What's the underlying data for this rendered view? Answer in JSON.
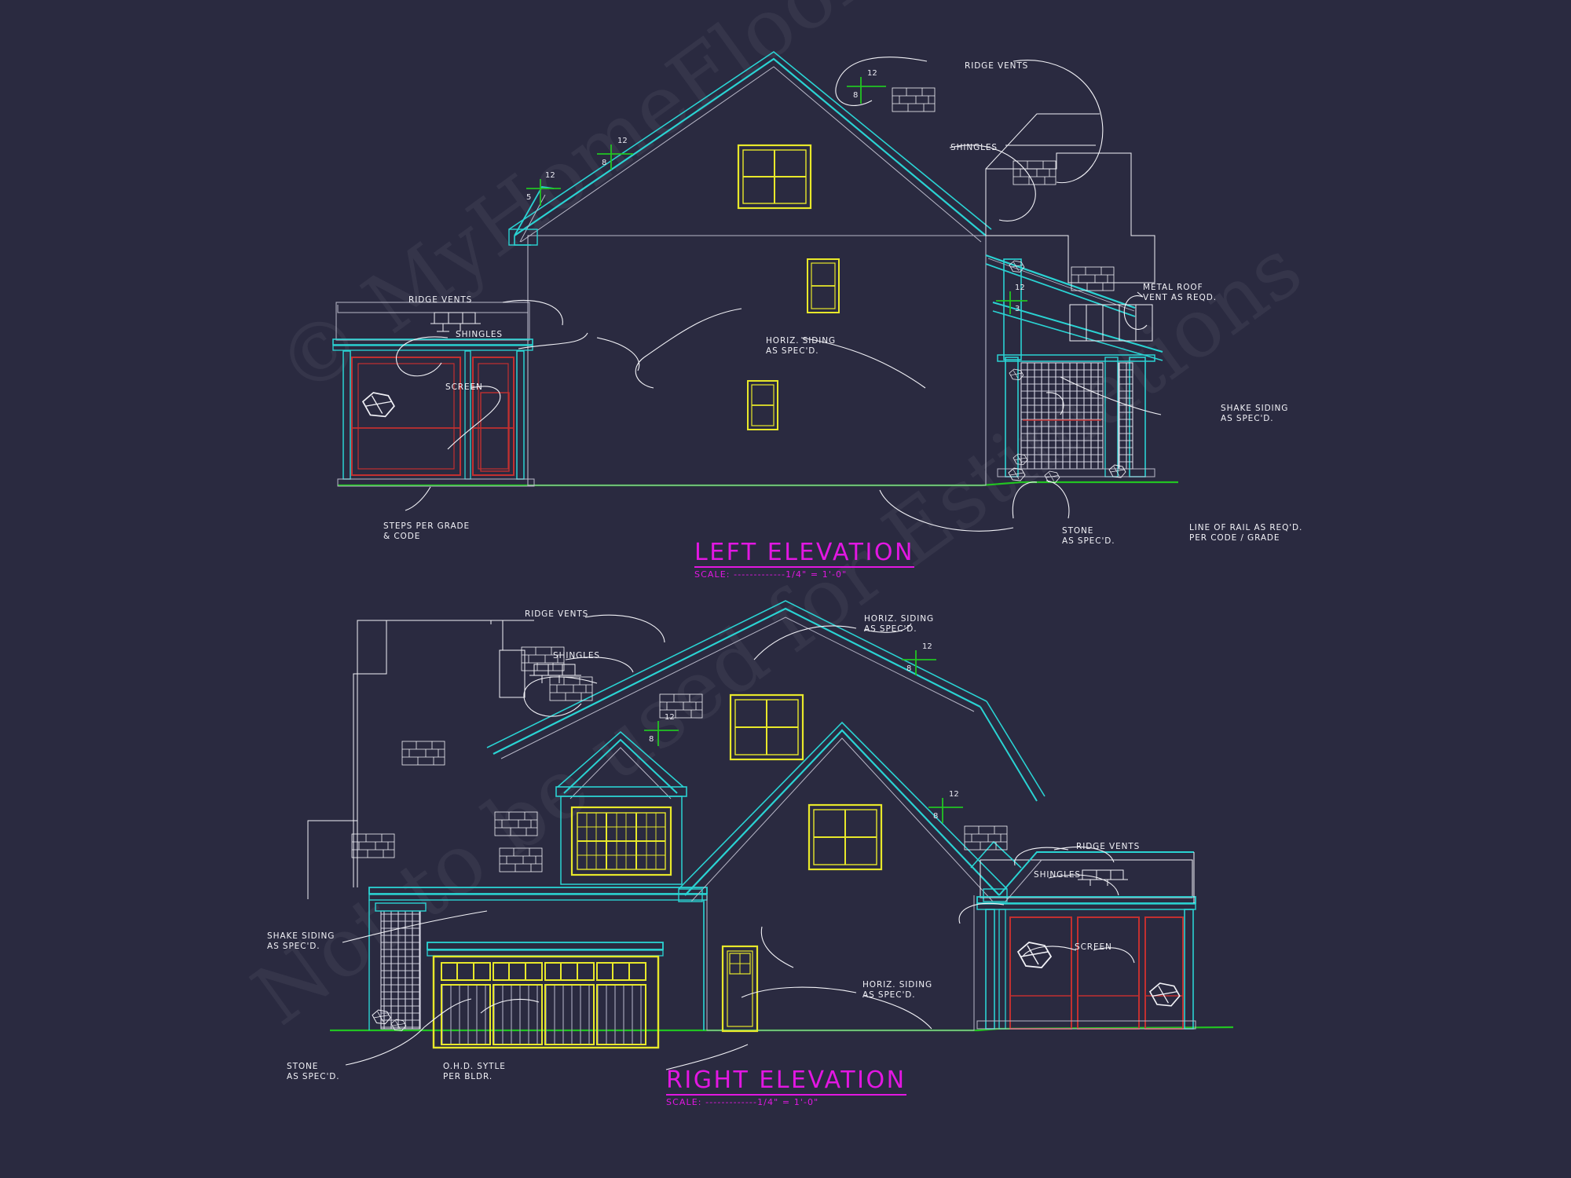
{
  "document": {
    "background_color": "#2a2a40",
    "watermark_line1": "© MyHomeFloorPlans.com",
    "watermark_line2": "Not to be used for Estimations"
  },
  "colors": {
    "teal": "#2ad3d3",
    "yellow": "#e8e82a",
    "red": "#c23030",
    "green": "#22c322",
    "white": "#f2f2f7",
    "magenta": "#e217e2",
    "gray": "#b8b8c8"
  },
  "elevations": [
    {
      "id": "left-elevation",
      "title": "LEFT ELEVATION",
      "scale": "SCALE: -------------1/4\" = 1'-0\"",
      "notes": [
        {
          "id": "ridge-vents-top",
          "text": "RIDGE VENTS"
        },
        {
          "id": "shingles-top",
          "text": "SHINGLES"
        },
        {
          "id": "metal-roof-vent",
          "text": "METAL ROOF\nVENT AS REQD."
        },
        {
          "id": "shake-siding-right",
          "text": "SHAKE SIDING\nAS SPEC'D."
        },
        {
          "id": "ridge-vents-left",
          "text": "RIDGE VENTS"
        },
        {
          "id": "shingles-left",
          "text": "SHINGLES"
        },
        {
          "id": "screen",
          "text": "SCREEN"
        },
        {
          "id": "horiz-siding",
          "text": "HORIZ. SIDING\nAS SPEC'D."
        },
        {
          "id": "steps-per-grade",
          "text": "STEPS PER GRADE\n& CODE"
        },
        {
          "id": "stone-as-specd",
          "text": "STONE\nAS SPEC'D."
        },
        {
          "id": "line-of-rail",
          "text": "LINE OF RAIL AS REQ'D.\nPER CODE / GRADE"
        }
      ],
      "pitches": [
        {
          "id": "pitch-12-8-main",
          "rise": "12",
          "run": "8"
        },
        {
          "id": "pitch-12-8-gable",
          "rise": "12",
          "run": "8"
        },
        {
          "id": "pitch-12-5",
          "rise": "12",
          "run": "5"
        },
        {
          "id": "pitch-12-3",
          "rise": "12",
          "run": "3"
        }
      ]
    },
    {
      "id": "right-elevation",
      "title": "RIGHT ELEVATION",
      "scale": "SCALE: -------------1/4\" = 1'-0\"",
      "notes": [
        {
          "id": "ridge-vents-left",
          "text": "RIDGE VENTS"
        },
        {
          "id": "shingles-left",
          "text": "SHINGLES"
        },
        {
          "id": "horiz-siding-top",
          "text": "HORIZ. SIDING\nAS SPEC'D."
        },
        {
          "id": "ridge-vents-right",
          "text": "RIDGE VENTS"
        },
        {
          "id": "shingles-right",
          "text": "SHINGLES"
        },
        {
          "id": "screen",
          "text": "SCREEN"
        },
        {
          "id": "shake-siding-left",
          "text": "SHAKE SIDING\nAS SPEC'D."
        },
        {
          "id": "stone-as-specd",
          "text": "STONE\nAS SPEC'D."
        },
        {
          "id": "ohd-style",
          "text": "O.H.D. SYTLE\nPER BLDR."
        },
        {
          "id": "horiz-siding-bottom",
          "text": "HORIZ. SIDING\nAS SPEC'D."
        }
      ],
      "pitches": [
        {
          "id": "pitch-12-8-left",
          "rise": "12",
          "run": "8"
        },
        {
          "id": "pitch-12-8-main",
          "rise": "12",
          "run": "8"
        },
        {
          "id": "pitch-12-8-right",
          "rise": "12",
          "run": "8"
        }
      ]
    }
  ]
}
